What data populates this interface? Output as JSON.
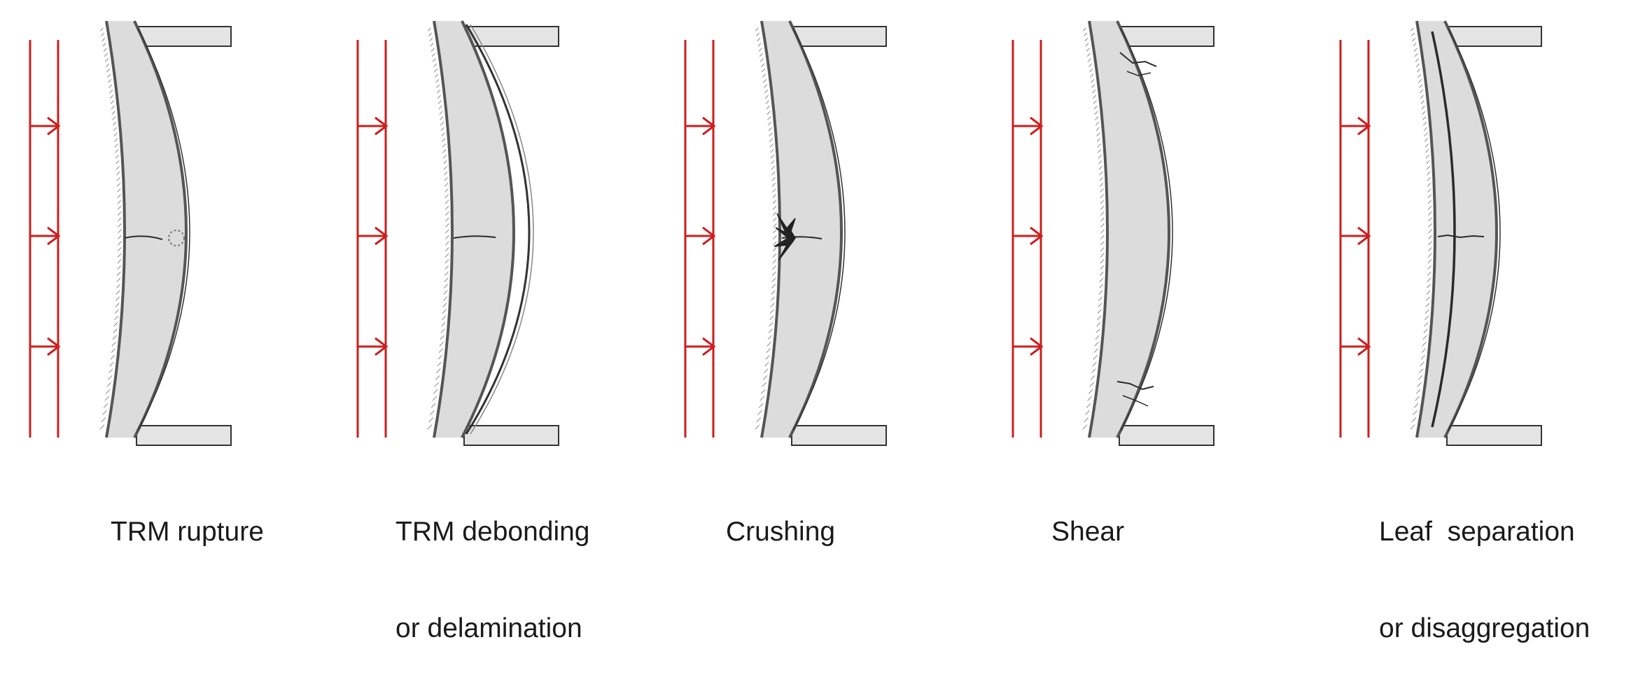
{
  "colors": {
    "load": "#cc1f1f",
    "wall_fill": "#dcdcdc",
    "wall_edge": "#555555",
    "trm_layer": "#333333",
    "support_fill": "#e4e4e4",
    "support_edge": "#333333",
    "crack": "#2a2a2a"
  },
  "icons": {
    "load_arrow": "arrow-right-icon",
    "support": "support-plate"
  },
  "panels": [
    {
      "id": "trm-rupture",
      "mode": "rupture",
      "label_lines": [
        "TRM rupture"
      ]
    },
    {
      "id": "trm-debonding",
      "mode": "debonding",
      "label_lines": [
        "TRM debonding",
        "or delamination"
      ]
    },
    {
      "id": "crushing",
      "mode": "crushing",
      "label_lines": [
        "Crushing"
      ]
    },
    {
      "id": "shear",
      "mode": "shear",
      "label_lines": [
        "Shear"
      ]
    },
    {
      "id": "leaf-separation",
      "mode": "leaf",
      "label_lines": [
        "Leaf  separation",
        "or disaggregation"
      ]
    }
  ]
}
